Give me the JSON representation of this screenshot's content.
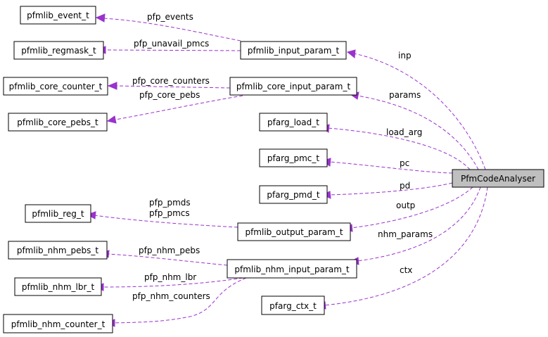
{
  "colors": {
    "edge": "#9a32cd",
    "main_fill": "#bfbfbf",
    "node_fill": "#ffffff"
  },
  "nodes": {
    "main": "PfmCodeAnalyser",
    "pfmlib_event_t": "pfmlib_event_t",
    "pfmlib_regmask_t": "pfmlib_regmask_t",
    "pfmlib_input_param_t": "pfmlib_input_param_t",
    "pfmlib_core_counter_t": "pfmlib_core_counter_t",
    "pfmlib_core_input_param_t": "pfmlib_core_input_param_t",
    "pfmlib_core_pebs_t": "pfmlib_core_pebs_t",
    "pfarg_load_t": "pfarg_load_t",
    "pfarg_pmc_t": "pfarg_pmc_t",
    "pfarg_pmd_t": "pfarg_pmd_t",
    "pfmlib_reg_t": "pfmlib_reg_t",
    "pfmlib_output_param_t": "pfmlib_output_param_t",
    "pfmlib_nhm_pebs_t": "pfmlib_nhm_pebs_t",
    "pfmlib_nhm_input_param_t": "pfmlib_nhm_input_param_t",
    "pfmlib_nhm_lbr_t": "pfmlib_nhm_lbr_t",
    "pfmlib_nhm_counter_t": "pfmlib_nhm_counter_t",
    "pfarg_ctx_t": "pfarg_ctx_t"
  },
  "edge_labels": {
    "pfp_events": "pfp_events",
    "pfp_unavail_pmcs": "pfp_unavail_pmcs",
    "inp": "inp",
    "pfp_core_counters": "pfp_core_counters",
    "pfp_core_pebs": "pfp_core_pebs",
    "params": "params",
    "load_arg": "load_arg",
    "pc": "pc",
    "pd": "pd",
    "pfp_pmds": "pfp_pmds",
    "pfp_pmcs": "pfp_pmcs",
    "outp": "outp",
    "nhm_params": "nhm_params",
    "pfp_nhm_pebs": "pfp_nhm_pebs",
    "pfp_nhm_lbr": "pfp_nhm_lbr",
    "pfp_nhm_counters": "pfp_nhm_counters",
    "ctx": "ctx"
  }
}
